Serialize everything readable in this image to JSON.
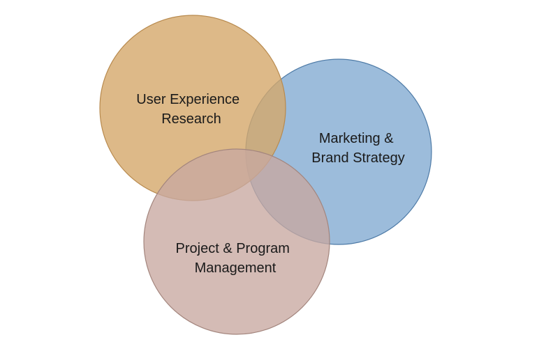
{
  "diagram": {
    "type": "venn",
    "sets": [
      {
        "id": "ux",
        "lines": [
          "User Experience",
          "Research"
        ],
        "color": "#d4a76a",
        "stroke": "#b88a4e"
      },
      {
        "id": "marketing",
        "lines": [
          "Marketing &",
          "Brand Strategy"
        ],
        "color": "#7ba6cf",
        "stroke": "#4d7aa6"
      },
      {
        "id": "pm",
        "lines": [
          "Project & Program",
          "Management"
        ],
        "color": "#c8a8a0",
        "stroke": "#a3857d"
      }
    ]
  }
}
